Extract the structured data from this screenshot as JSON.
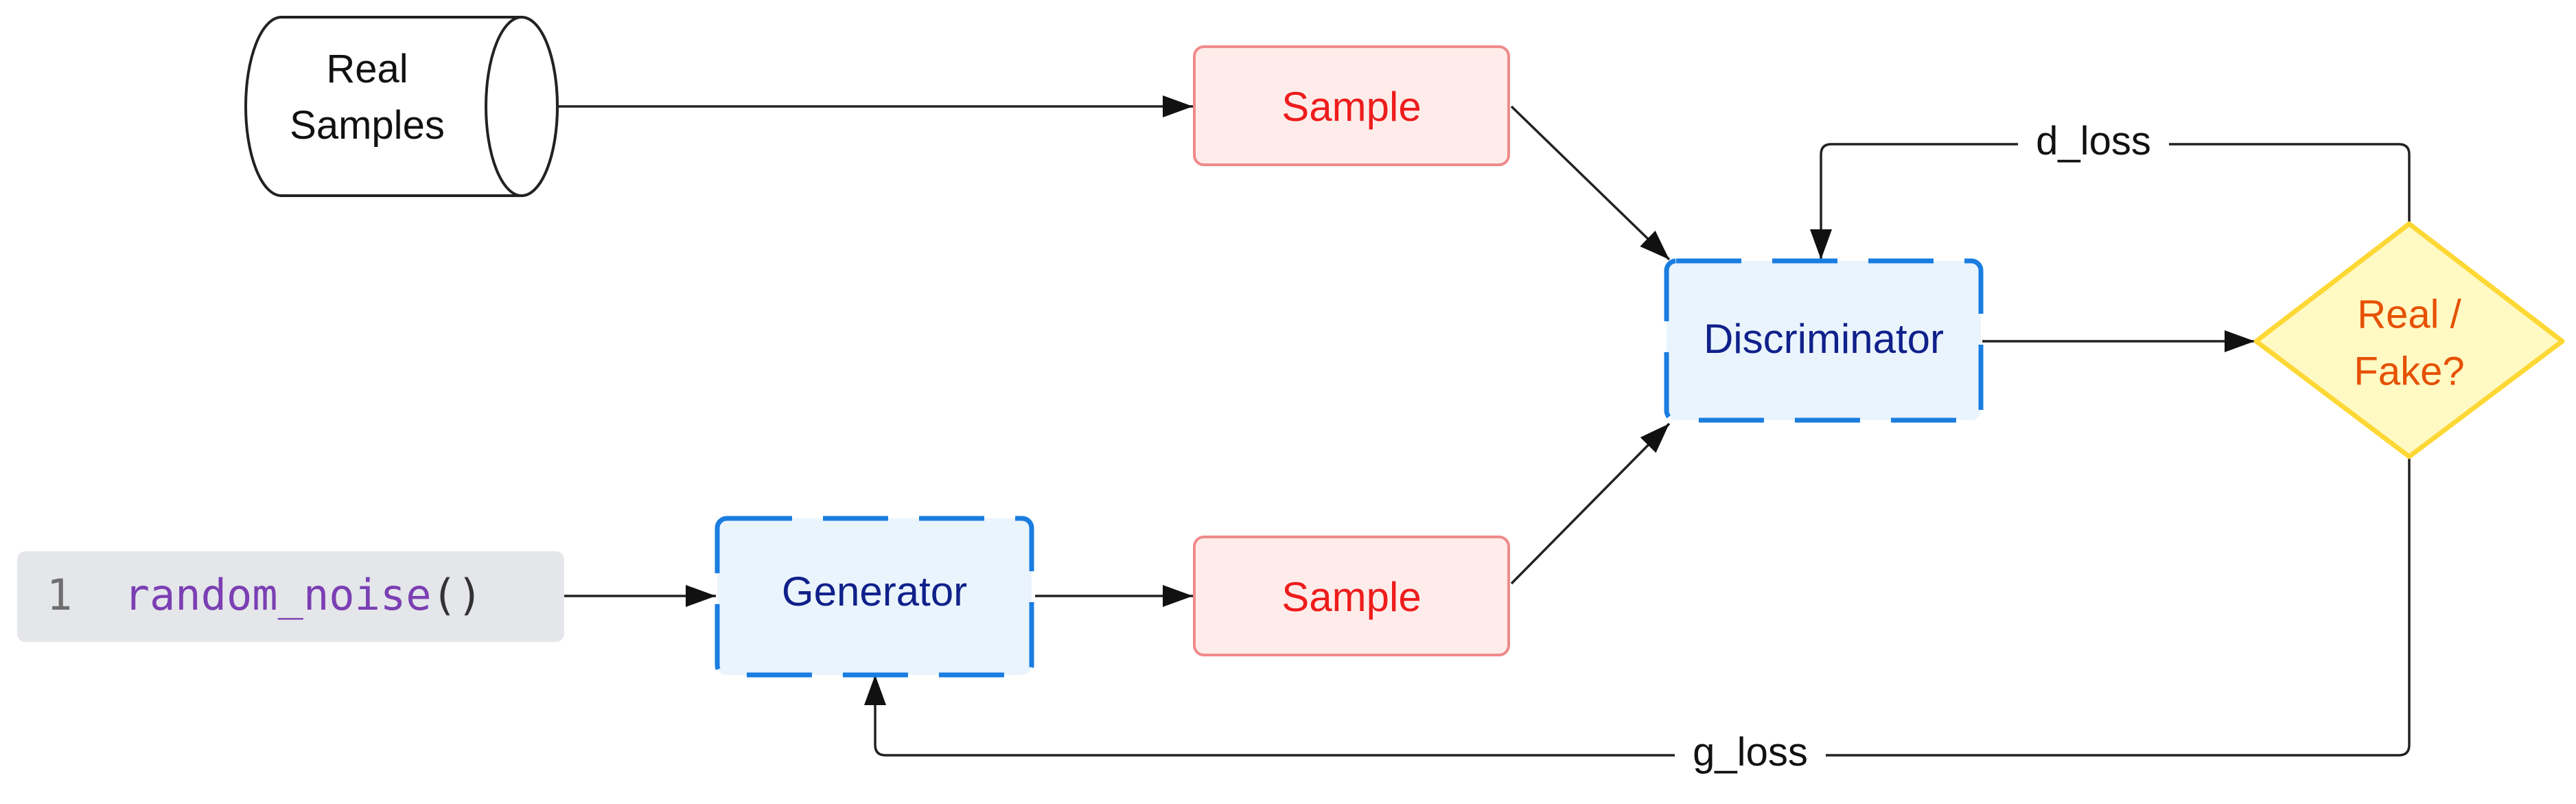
{
  "nodes": {
    "real_samples": {
      "line1": "Real",
      "line2": "Samples"
    },
    "sample_top": {
      "label": "Sample"
    },
    "sample_bottom": {
      "label": "Sample"
    },
    "discriminator": {
      "label": "Discriminator"
    },
    "generator": {
      "label": "Generator"
    },
    "decision": {
      "line1": "Real /",
      "line2": "Fake?"
    },
    "code_block": {
      "line_number": "1",
      "function_name": "random_noise",
      "parens": "()"
    }
  },
  "edges": {
    "d_loss": "d_loss",
    "g_loss": "g_loss"
  },
  "colors": {
    "sample_fill": "#fdecea",
    "sample_stroke": "#f08a8a",
    "sample_text": "#ee1c1c",
    "model_fill": "#eaf4fd",
    "model_stroke": "#1a7de0",
    "model_text": "#10218b",
    "decision_fill": "#fff9c4",
    "decision_stroke": "#fdd835",
    "decision_text": "#e65100",
    "code_bg": "#e4e6ea",
    "code_func": "#7b3fb3",
    "code_gray": "#6e6e6e"
  }
}
